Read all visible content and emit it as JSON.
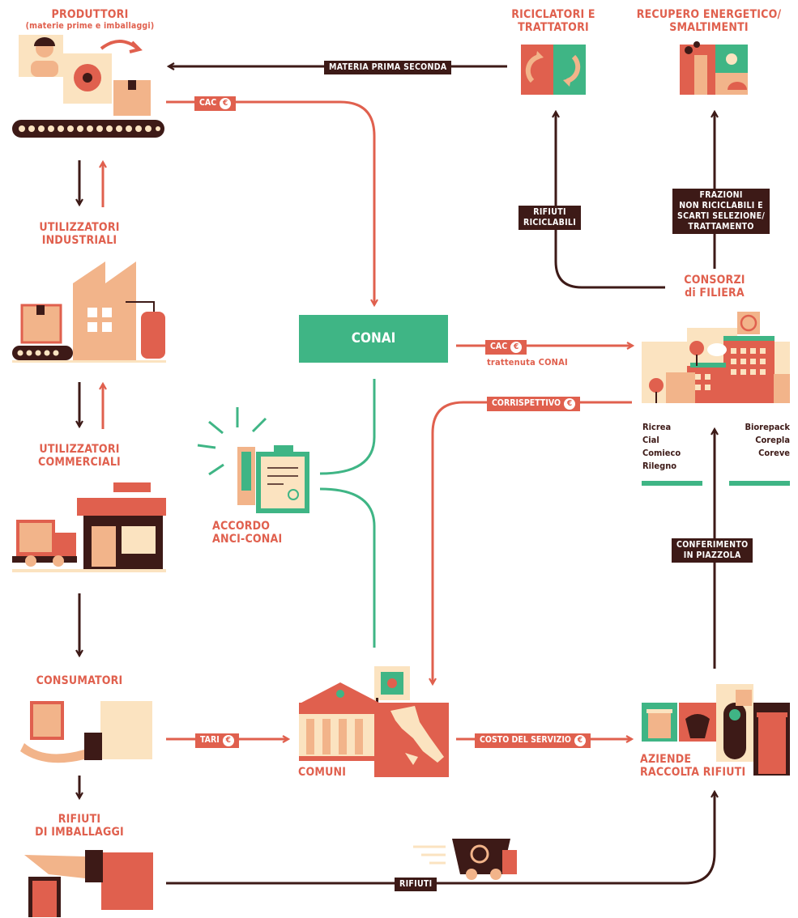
{
  "nodes": {
    "produttori": {
      "title": "PRODUTTORI",
      "subtitle": "(materie prime e imballaggi)"
    },
    "riciclatori": {
      "title": "RICICLATORI E\nTRATTATORI"
    },
    "recupero": {
      "title": "RECUPERO ENERGETICO/\nSMALTIMENTI"
    },
    "utilizzatori_industriali": {
      "title": "UTILIZZATORI\nINDUSTRIALI"
    },
    "utilizzatori_commerciali": {
      "title": "UTILIZZATORI\nCOMMERCIALI"
    },
    "consumatori": {
      "title": "CONSUMATORI"
    },
    "rifiuti_imballaggi": {
      "title": "RIFIUTI\nDI IMBALLAGGI"
    },
    "conai": {
      "title": "CONAI"
    },
    "accordo": {
      "title": "ACCORDO\nANCI-CONAI"
    },
    "comuni": {
      "title": "COMUNI"
    },
    "consorzi": {
      "title": "CONSORZI\ndi FILIERA"
    },
    "aziende": {
      "title": "AZIENDE\nRACCOLTA RIFIUTI"
    }
  },
  "consorzi_list": {
    "left": [
      "Ricrea",
      "Cial",
      "Comieco",
      "Rilegno"
    ],
    "right": [
      "Biorepack",
      "Corepla",
      "Coreve"
    ]
  },
  "flow_labels": {
    "materia_prima_seconda": "MATERIA PRIMA SECONDA",
    "cac": "CAC",
    "cac2": "CAC",
    "trattenuta": "trattenuta CONAI",
    "corrispettivo": "CORRISPETTIVO",
    "rifiuti_riciclabili": "RIFIUTI\nRICICLABILI",
    "frazioni": "FRAZIONI\nNON RICICLABILI E\nSCARTI SELEZIONE/\nTRATTAMENTO",
    "conferimento": "CONFERIMENTO\nIN PIAZZOLA",
    "tari": "TARI",
    "costo_servizio": "COSTO DEL SERVIZIO",
    "rifiuti": "RIFIUTI"
  },
  "euro_symbol": "€",
  "colors": {
    "red": "#e0604e",
    "brown": "#3d1a17",
    "green": "#3fb585",
    "peach": "#f2b48a",
    "cream": "#fbe3c0"
  }
}
